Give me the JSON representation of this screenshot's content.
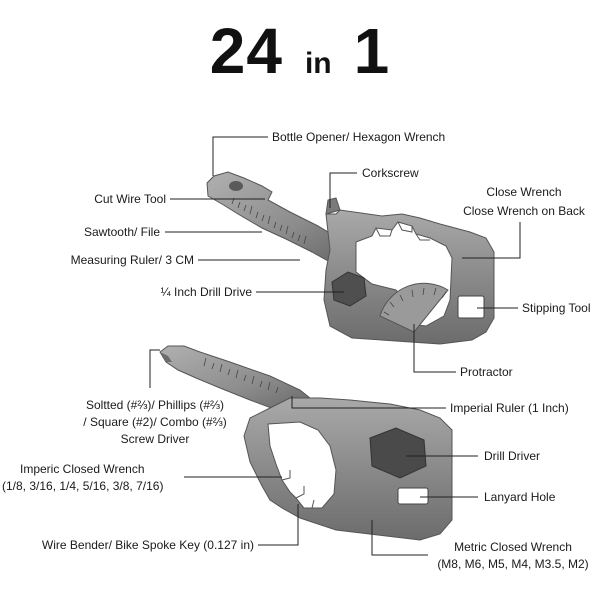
{
  "headline": {
    "number_left": "24",
    "word": "in",
    "number_right": "1"
  },
  "top_tool": {
    "labels": {
      "bottle_opener": "Bottle Opener/ Hexagon Wrench",
      "corkscrew": "Corkscrew",
      "cut_wire": "Cut Wire Tool",
      "close_wrench": "Close Wrench",
      "close_wrench_back": "Close Wrench on Back",
      "sawtooth": "Sawtooth/ File",
      "measuring_ruler": "Measuring Ruler/ 3 CM",
      "drill_drive": "¼ Inch Drill Drive",
      "stripping_tool": "Stipping Tool",
      "protractor": "Protractor"
    }
  },
  "bottom_tool": {
    "labels": {
      "screwdriver_1": "Soltted (#⅔)/ Phillips (#⅔)",
      "screwdriver_2": "/ Square (#2)/ Combo (#⅔)",
      "screwdriver_3": "Screw Driver",
      "imperial_ruler": "Imperial Ruler (1 Inch)",
      "imperic_wrench_1": "Imperic Closed Wrench",
      "imperic_wrench_2": "(1/8, 3/16, 1/4, 5/16, 3/8, 7/16)",
      "drill_driver": "Drill Driver",
      "lanyard_hole": "Lanyard Hole",
      "wire_bender": "Wire Bender/ Bike Spoke Key (0.127 in)",
      "metric_wrench_1": "Metric Closed Wrench",
      "metric_wrench_2": "(M8, M6, M5, M4, M3.5, M2)"
    }
  },
  "colors": {
    "metal": "#8e8e8e",
    "metal_dark": "#5f5f5f",
    "metal_light": "#b9b9b9",
    "line": "#222222",
    "text": "#1a1a1a"
  }
}
